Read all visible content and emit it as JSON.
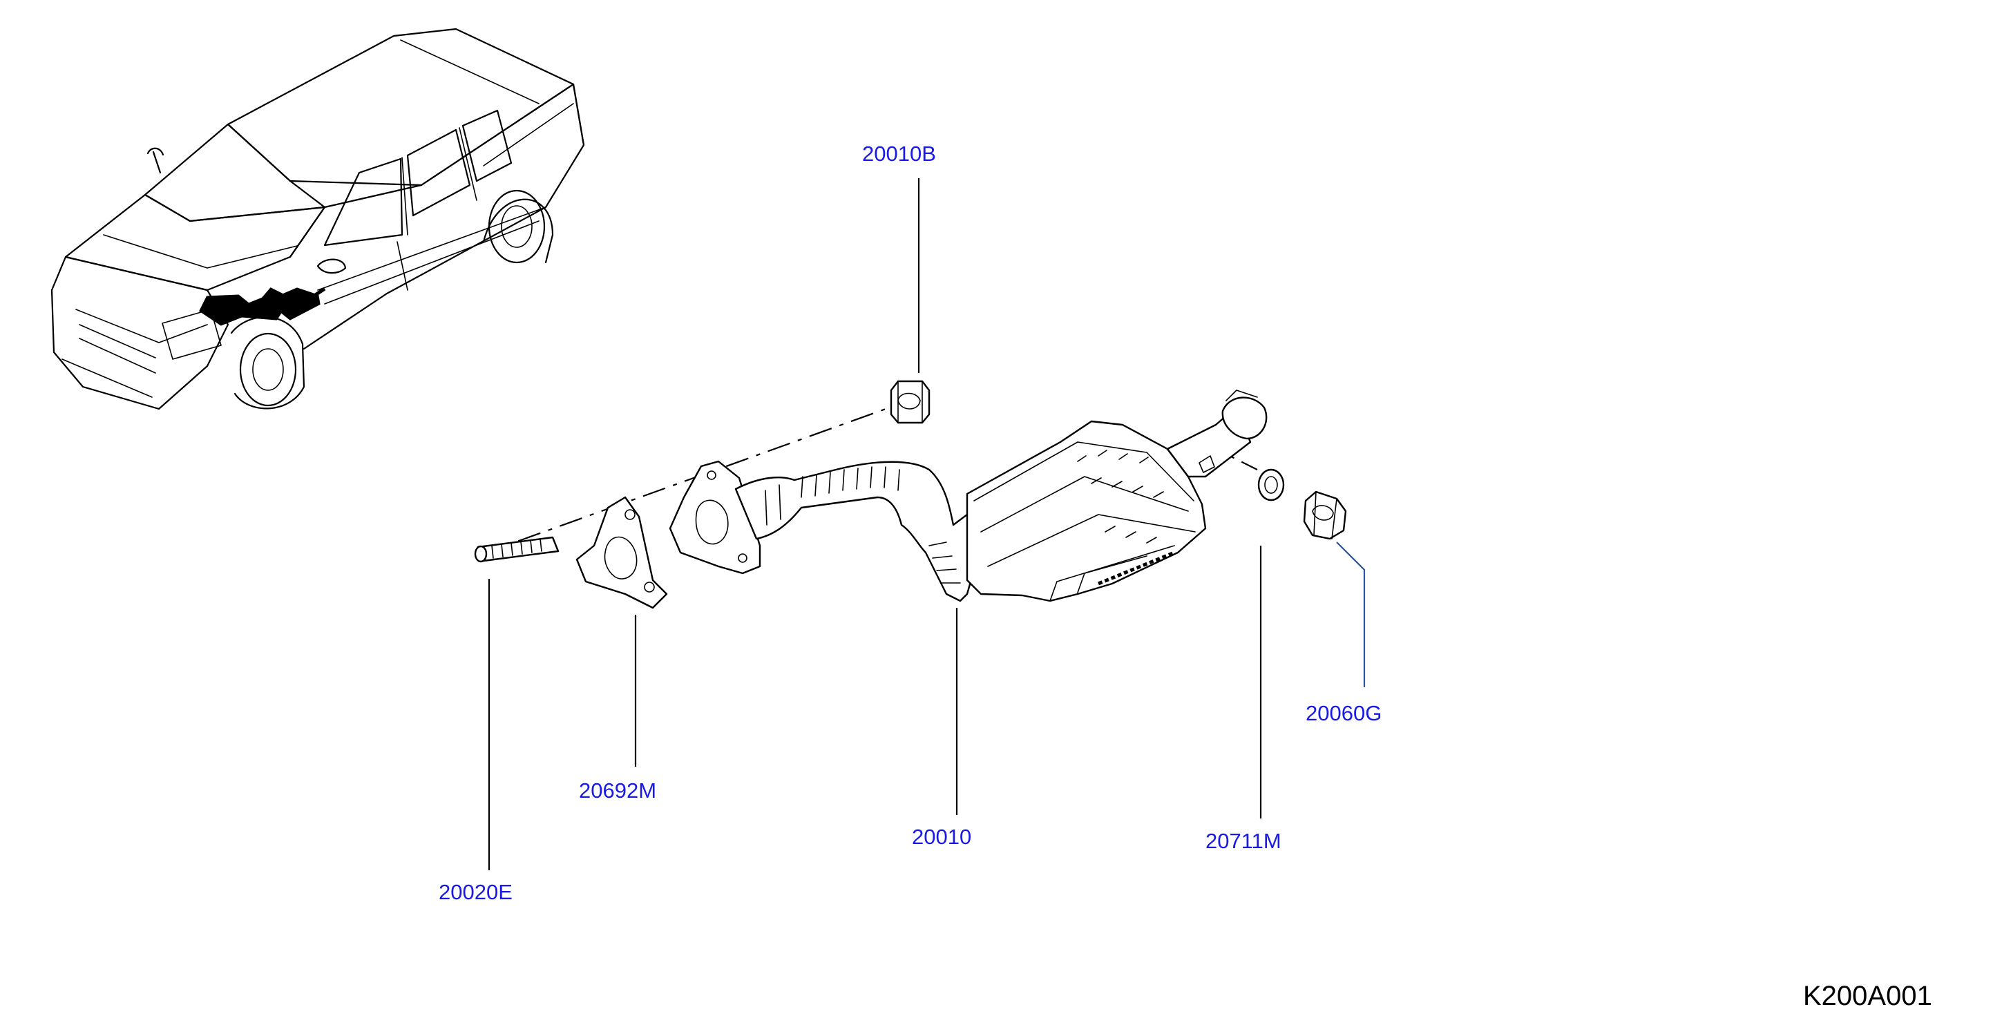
{
  "callouts": [
    {
      "id": "20010B"
    },
    {
      "id": "20692M"
    },
    {
      "id": "20010"
    },
    {
      "id": "20711M"
    },
    {
      "id": "20060G"
    },
    {
      "id": "20020E"
    }
  ],
  "reference_code": "K200A001",
  "colors": {
    "label": "#1a1ae6",
    "line": "#000000",
    "leader_accent": "#2a55a0",
    "background": "#ffffff"
  }
}
